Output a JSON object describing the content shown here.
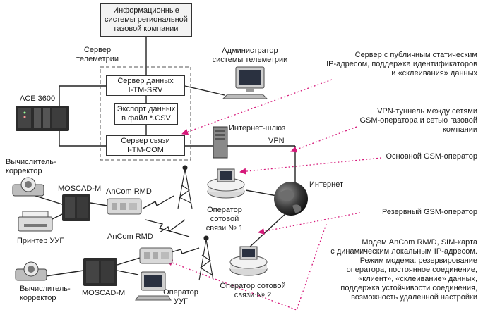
{
  "nodes": {
    "info_systems": [
      "Информационные",
      "системы региональной",
      "газовой компании"
    ],
    "telemetry_server_label": [
      "Сервер",
      "телеметрии"
    ],
    "admin": [
      "Администратор",
      "системы телеметрии"
    ],
    "data_server": [
      "Сервер данных",
      "I-TM-SRV"
    ],
    "export": [
      "Экспорт данных",
      "в файл *.CSV"
    ],
    "comm_server": [
      "Сервер связи",
      "I-TM-COM"
    ],
    "ace": "ACE 3600",
    "gateway": "Интернет-шлюз",
    "vpn": "VPN",
    "internet": "Интернет",
    "calc1": [
      "Вычислитель-",
      "корректор"
    ],
    "moscad1": "MOSCAD-M",
    "ancom1": "AnCom RMD",
    "printer": "Принтер УУГ",
    "ancom2": "AnCom RMD",
    "calc2": [
      "Вычислитель-",
      "корректор"
    ],
    "moscad2": "MOSCAD-M",
    "operator_uug": [
      "Оператор",
      "УУГ"
    ],
    "cell_op1": [
      "Оператор",
      "сотовой",
      "связи № 1"
    ],
    "cell_op2": [
      "Оператор сотовой",
      "связи № 2"
    ]
  },
  "annotations": {
    "public_server": [
      "Сервер с публичным статическим",
      "IP-адресом, поддержка идентификаторов",
      "и «склеивания» данных"
    ],
    "vpn_tunnel": [
      "VPN-туннель между сетями",
      "GSM-оператора и сетью газовой",
      "компании"
    ],
    "main_gsm": "Основной GSM-оператор",
    "backup_gsm": "Резервный GSM-оператор",
    "modem": [
      "Модем AnCom RM/D, SIM-карта",
      "с динамическим локальным IP-адресом.",
      "Режим модема: резервирование",
      "оператора, постоянное соединение,",
      "«клиент», «склеивание» данных,",
      "поддержка устойчивости соединения,",
      "возможность удаленной настройки"
    ]
  },
  "colors": {
    "accent": "#d6197a",
    "line": "#222222"
  },
  "icons": [
    "server-rack-icon",
    "monitor-icon",
    "antenna-tower-icon",
    "globe-icon",
    "printer-icon",
    "flowmeter-icon",
    "controller-icon",
    "modem-icon",
    "lightning-icon"
  ]
}
